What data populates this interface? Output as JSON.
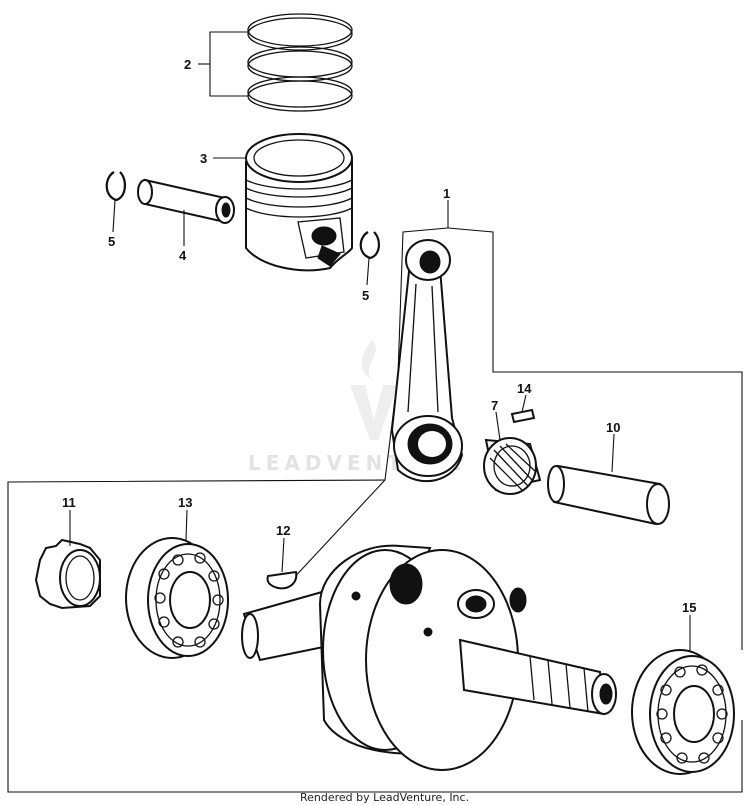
{
  "parts": [
    {
      "id": "1",
      "name": "connecting-rod"
    },
    {
      "id": "2",
      "name": "piston-rings"
    },
    {
      "id": "3",
      "name": "piston"
    },
    {
      "id": "4",
      "name": "piston-pin"
    },
    {
      "id": "5",
      "name": "piston-pin-clip"
    },
    {
      "id": "5",
      "name": "piston-pin-clip"
    },
    {
      "id": "7",
      "name": "needle-bearing"
    },
    {
      "id": "10",
      "name": "crank-pin"
    },
    {
      "id": "11",
      "name": "cam-sprocket"
    },
    {
      "id": "12",
      "name": "woodruff-key"
    },
    {
      "id": "13",
      "name": "ball-bearing-left"
    },
    {
      "id": "14",
      "name": "pin"
    },
    {
      "id": "15",
      "name": "ball-bearing-right"
    }
  ],
  "watermark": "LEADVENTURE",
  "footer": "Rendered by LeadVenture, Inc."
}
